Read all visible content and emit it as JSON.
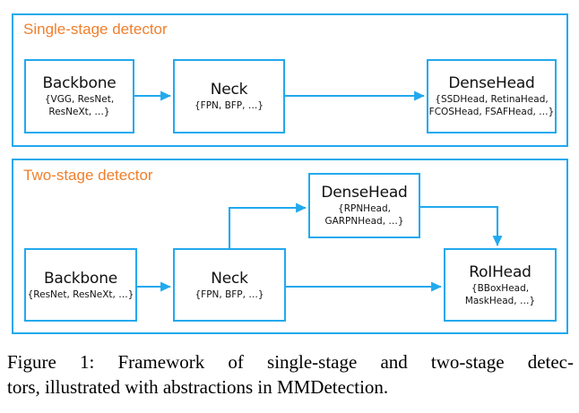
{
  "figure": {
    "accent_border_color": "#22a9ee",
    "section_title_color": "#f07f2c",
    "arrow_color": "#22a9ee",
    "text_color": "#111111",
    "background": "#ffffff"
  },
  "sections": [
    {
      "title": "Single-stage detector",
      "modules": [
        {
          "name": "Backbone",
          "detail": "{VGG, ResNet,\nResNeXt, …}"
        },
        {
          "name": "Neck",
          "detail": "{FPN, BFP, …}"
        },
        {
          "name": "DenseHead",
          "detail": "{SSDHead, RetinaHead,\nFCOSHead, FSAFHead, …}"
        }
      ]
    },
    {
      "title": "Two-stage detector",
      "modules": [
        {
          "name": "DenseHead",
          "detail": "{RPNHead,\nGARPNHead, …}"
        },
        {
          "name": "Backbone",
          "detail": "{ResNet, ResNeXt, …}"
        },
        {
          "name": "Neck",
          "detail": "{FPN, BFP, …}"
        },
        {
          "name": "RoIHead",
          "detail": "{BBoxHead,\nMaskHead, …}"
        }
      ]
    }
  ],
  "caption": {
    "line1": "Figure 1: Framework of single-stage and two-stage detec-",
    "line2": "tors, illustrated with abstractions in MMDetection."
  }
}
